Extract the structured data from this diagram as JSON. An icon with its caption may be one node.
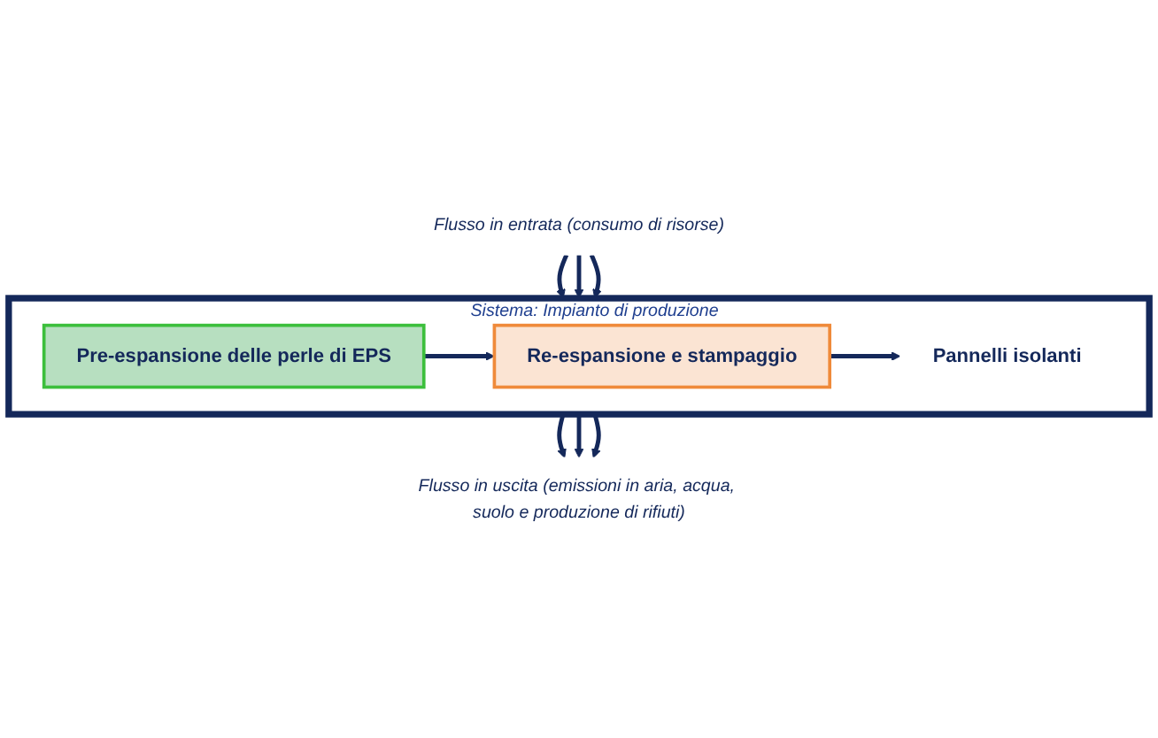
{
  "diagram": {
    "nodes": [
      {
        "text": [
          "Sistema: Impianto di produzione"
        ]
      },
      {
        "text": [
          "Pre-espansione delle perle di EPS"
        ],
        "in": 0
      },
      {
        "text": [
          "Re-espansione e stampaggio"
        ],
        "in": 0
      },
      {
        "text": [
          "Pannelli isolanti"
        ],
        "in": 0
      },
      {
        "text": [
          "Flusso in entrata (consumo di risorse)"
        ]
      },
      {
        "text": [
          "Flusso in uscita (emissioni in aria, acqua, suolo e produzione di rifiuti)"
        ]
      }
    ],
    "edges": [
      {
        "from": 1,
        "to": 2,
        "arrow": "to"
      },
      {
        "from": 2,
        "to": 3,
        "arrow": "to"
      },
      {
        "from": 4,
        "to": 0,
        "arrow": "to"
      },
      {
        "from": 4,
        "to": 0,
        "arrow": "to"
      },
      {
        "from": 4,
        "to": 0,
        "arrow": "to"
      },
      {
        "from": 0,
        "to": 5,
        "arrow": "to"
      },
      {
        "from": 0,
        "to": 5,
        "arrow": "to"
      },
      {
        "from": 0,
        "to": 5,
        "arrow": "to"
      }
    ]
  }
}
